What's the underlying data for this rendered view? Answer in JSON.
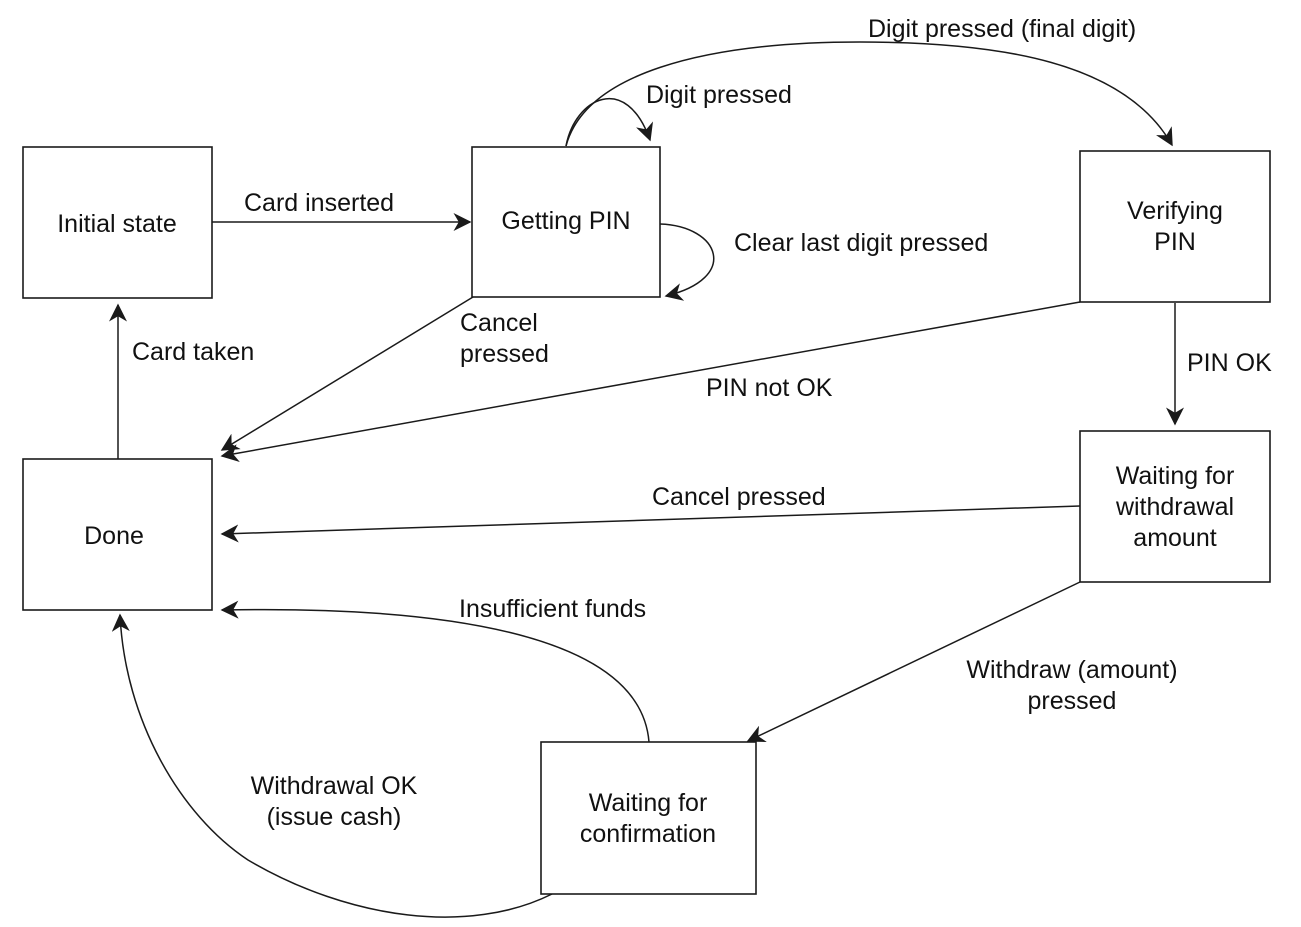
{
  "states": {
    "initial": [
      "Initial state"
    ],
    "getting_pin": [
      "Getting PIN"
    ],
    "verifying_pin": [
      "Verifying",
      "PIN"
    ],
    "done": [
      "Done"
    ],
    "waiting_withdrawal": [
      "Waiting for",
      "withdrawal",
      "amount"
    ],
    "waiting_confirmation": [
      "Waiting for",
      "confirmation"
    ]
  },
  "transitions": {
    "card_inserted": [
      "Card inserted"
    ],
    "digit_pressed": [
      "Digit pressed"
    ],
    "digit_pressed_final": [
      "Digit pressed (final digit)"
    ],
    "clear_last_digit": [
      "Clear last digit pressed"
    ],
    "cancel_pressed_pin": [
      "Cancel",
      "pressed"
    ],
    "card_taken": [
      "Card taken"
    ],
    "pin_not_ok": [
      "PIN not OK"
    ],
    "pin_ok": [
      "PIN OK"
    ],
    "cancel_pressed_withdrawal": [
      "Cancel pressed"
    ],
    "insufficient_funds": [
      "Insufficient funds"
    ],
    "withdraw_amount_pressed": [
      "Withdraw (amount)",
      "pressed"
    ],
    "withdrawal_ok": [
      "Withdrawal OK",
      "(issue cash)"
    ]
  }
}
